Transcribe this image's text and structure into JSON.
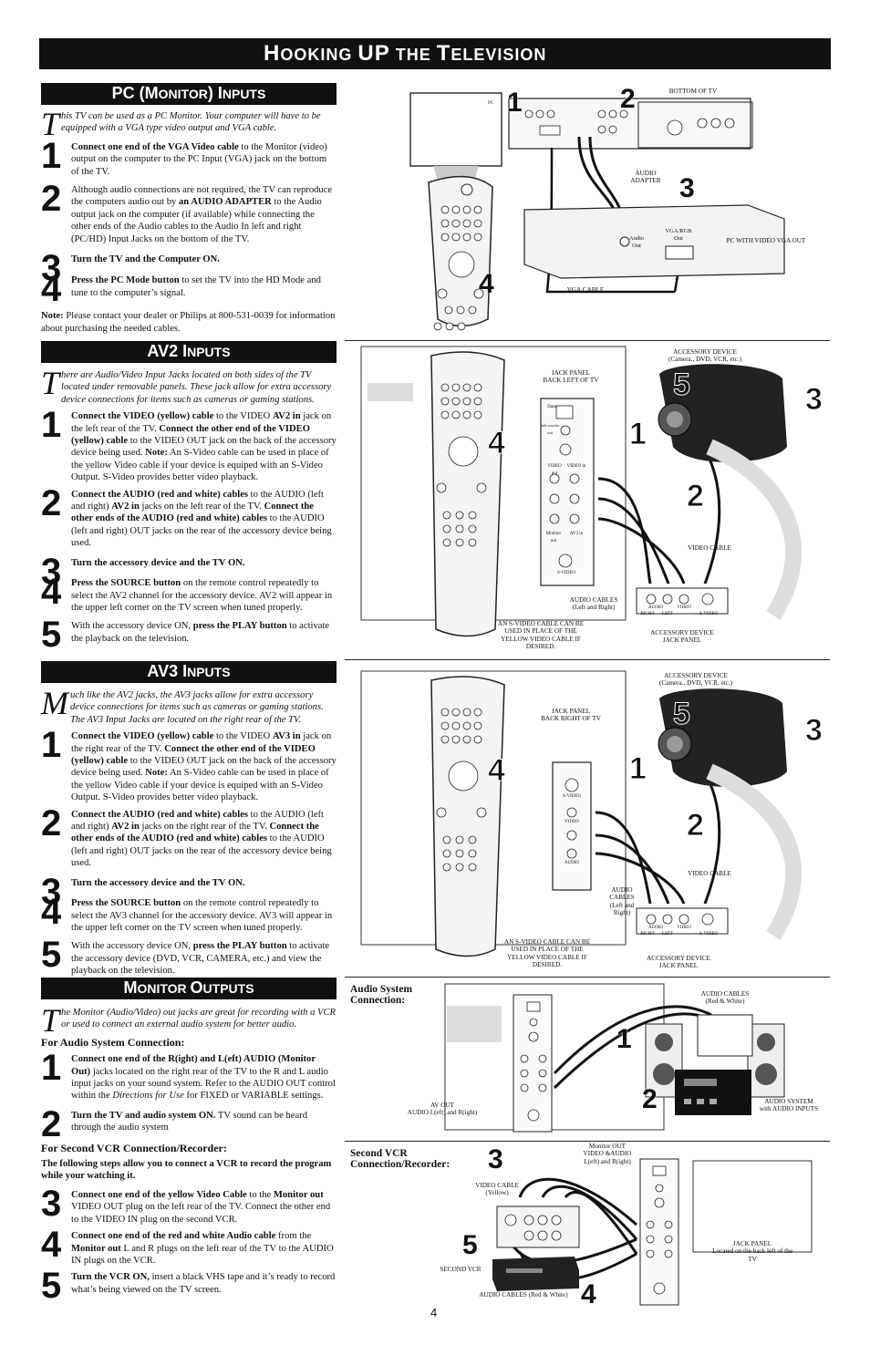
{
  "page_title": {
    "first": "H",
    "rest1": "OOKING ",
    "mid": "UP",
    "rest2": " THE ",
    "t": "T",
    "rest3": "ELEVISION"
  },
  "sections": {
    "pc": {
      "head": {
        "a": "PC (M",
        "b": "ONITOR",
        "c": ") I",
        "d": "NPUTS"
      },
      "intro_drop": "T",
      "intro": "his TV can be used as a PC Monitor. Your computer will have to be equipped with a VGA type video output and VGA cable.",
      "steps": [
        {
          "n": "1",
          "b1": "Connect one end of the VGA Video cable",
          "t1": " to the Monitor (video) output on the computer to the PC Input (VGA) jack on the bottom of the TV."
        },
        {
          "n": "2",
          "t0": "Although audio connections are not required, the TV can reproduce the computers audio out by ",
          "b1": "an AUDIO ADAPTER",
          "t1": " to the Audio output jack on the computer (if available) while connecting the other ends of the Audio cables to the Audio In left and right (PC/HD) Input Jacks on the bottom of the TV."
        },
        {
          "n": "3",
          "b1": "Turn the TV and the Computer ON."
        },
        {
          "n": "4",
          "b1": "Press the PC Mode button",
          "t1": " to set the TV into the HD Mode and tune to the computer’s signal."
        }
      ],
      "note_label": "Note:",
      "note": " Please contact your dealer or Philips at 800-531-0039 for information about purchasing the needed cables."
    },
    "av2": {
      "head": {
        "a": "AV2 I",
        "b": "NPUTS"
      },
      "intro_drop": "T",
      "intro": "here are Audio/Video Input Jacks located on both sides of the TV located under removable panels. These jack allow for extra accessory device connections for items such as cameras or gaming stations.",
      "steps": [
        {
          "n": "1",
          "b1": "Connect the VIDEO (yellow) cable",
          "t1": " to the VIDEO ",
          "b2": "AV2 in",
          "t2": " jack on the left rear of the TV. ",
          "b3": "Connect the other end of the VIDEO (yellow) cable",
          "t3": " to the VIDEO OUT jack on the back of the accessory device being used. ",
          "b4": "Note:",
          "t4": " An S-Video cable can be used in place of the yellow Video cable if your device is equiped with an S-Video Output. S-Video provides better video playback."
        },
        {
          "n": "2",
          "b1": "Connect the AUDIO (red and white) cables",
          "t1": " to the AUDIO (left and right) ",
          "b2": "AV2 in",
          "t2": " jacks on the left rear of the TV. ",
          "b3": "Connect the other ends of the AUDIO (red and white) cables",
          "t3": " to the AUDIO (left and right) OUT jacks on the rear of the accessory device being used."
        },
        {
          "n": "3",
          "b1": "Turn the accessory device and the TV ON."
        },
        {
          "n": "4",
          "b1": "Press the SOURCE button",
          "t1": " on the remote control repeatedly to select the AV2 channel for the accessory device. AV2 will appear in the upper left corner on the TV screen when tuned properly."
        },
        {
          "n": "5",
          "t0": "With the accessory device ON, ",
          "b1": "press the PLAY button",
          "t1": " to activate the playback on the television."
        }
      ]
    },
    "av3": {
      "head": {
        "a": "AV3 I",
        "b": "NPUTS"
      },
      "intro_drop": "M",
      "intro": "uch like the AV2 jacks, the AV3 jacks allow for extra accessory device connections for items such as cameras or gaming stations. The AV3 Input Jacks are located on the right rear of the TV.",
      "steps": [
        {
          "n": "1",
          "b1": "Connect the VIDEO (yellow) cable",
          "t1": " to the VIDEO ",
          "b2": "AV3 in",
          "t2": " jack on the right rear of the TV. ",
          "b3": "Connect the other end of the VIDEO (yellow) cable",
          "t3": " to the VIDEO OUT jack on the back of the accessory device being used. ",
          "b4": "Note:",
          "t4": " An S-Video cable can be used in place of the yellow Video cable if your device is equiped with an S-Video Output. S-Video provides better video playback."
        },
        {
          "n": "2",
          "b1": "Connect the AUDIO (red and white) cables",
          "t1": " to the AUDIO (left and right) ",
          "b2": "AV2 in",
          "t2": " jacks on the right rear of the TV. ",
          "b3": "Connect the other ends of the AUDIO (red and white) cables",
          "t3": " to the AUDIO (left and right) OUT jacks on the rear of the accessory device being used."
        },
        {
          "n": "3",
          "b1": "Turn the accessory device and the TV ON."
        },
        {
          "n": "4",
          "b1": "Press the SOURCE button",
          "t1": " on the remote control repeatedly to select the AV3 channel for the accessory device. AV3 will appear in the upper left corner on the TV screen when tuned properly."
        },
        {
          "n": "5",
          "t0": "With the accessory device ON, ",
          "b1": "press the PLAY button",
          "t1": " to activate the accessory device (DVD, VCR, CAMERA, etc.) and view the playback on the television."
        }
      ]
    },
    "monitor": {
      "head": {
        "a": "M",
        "b": "ONITOR ",
        "c": "O",
        "d": "UTPUTS"
      },
      "intro_drop": "T",
      "intro": "he Monitor (Audio/Video) out jacks are great for recording with a VCR or used to connect an external audio system for better audio.",
      "audio_head": "For Audio System Connection:",
      "steps_audio": [
        {
          "n": "1",
          "b1": "Connect one end of the R(ight) and L(eft) AUDIO (Monitor Out)",
          "t1": " jacks located on the right rear of the TV to the R and L audio input jacks on your sound system. Refer to the AUDIO OUT control within the ",
          "i1": "Directions for Use",
          "t2": " for FIXED or VARIABLE settings."
        },
        {
          "n": "2",
          "b1": "Turn the TV and audio system ON.",
          "t1": "  TV sound can be heard through the audio system"
        }
      ],
      "vcr_head": "For Second VCR Connection/Recorder:",
      "vcr_intro": "The following steps allow you to connect a VCR to record the program while your watching it.",
      "steps_vcr": [
        {
          "n": "3",
          "b1": "Connect one end of the yellow Video Cable",
          "t1": " to the ",
          "b2": "Monitor out",
          "t2": " VIDEO OUT plug on the left rear of the TV. Connect the other end to the VIDEO IN plug on the second VCR."
        },
        {
          "n": "4",
          "b1": "Connect one end of the red and white Audio cable",
          "t1": " from the ",
          "b2": "Monitor out",
          "t2": " L and R plugs on the left rear of the TV to the AUDIO IN plugs on the VCR."
        },
        {
          "n": "5",
          "b1": "Turn the VCR ON,",
          "t1": " insert a black VHS tape and it’s ready to record what’s being viewed on the TV screen."
        }
      ]
    }
  },
  "diagrams": {
    "pc": {
      "bottom_of_tv": "BOTTOM OF TV",
      "audio_adapter": "AUDIO\nADAPTER",
      "audio_out": "Audio\nOut",
      "vga_rgb_out": "VGA/RGB\nOut",
      "pc_with_vga": "PC with VIDEO VGA OUT",
      "vga_cable": "VGA CABLE",
      "pc_label": "PC",
      "callouts": [
        "1",
        "2",
        "3",
        "4"
      ]
    },
    "av2": {
      "accessory_device": "ACCESSORY DEVICE\n(Camera., DVD, VCR, etc.)",
      "jack_panel": "JACK PANEL\nBACK LEFT OF TV",
      "video_cable": "VIDEO CABLE",
      "audio_cables": "AUDIO CABLES\n(Left and Right)",
      "svideo_note": "AN S-VIDEO CABLE CAN BE\nUSED IN PLACE OF THE\nYELLOW VIDEO CABLE IF\nDESIRED.",
      "accessory_jack_panel": "ACCESSORY DEVICE\nJACK PANEL",
      "panel_labels": [
        "Data",
        "Sub woofer out",
        "VIDEO out",
        "VIDEO in",
        "Monitor out",
        "AV2 in",
        "S-VIDEO"
      ],
      "jack_audio": "AUDIO",
      "jack_right": "RIGHT",
      "jack_left": "LEFT",
      "jack_video": "VIDEO",
      "jack_svideo": "S-VIDEO",
      "callouts": [
        "1",
        "2",
        "3",
        "4",
        "5"
      ]
    },
    "av3": {
      "accessory_device": "ACCESSORY DEVICE\n(Camera., DVD, VCR, etc.)",
      "jack_panel": "JACK PANEL\nBACK RIGHT OF TV",
      "video_cable": "VIDEO CABLE",
      "audio_cables": "AUDIO\nCABLES\n(Left and\nRight)",
      "svideo_note": "AN S-VIDEO CABLE CAN BE\nUSED IN PLACE OF THE\nYELLOW VIDEO CABLE IF\nDESIRED.",
      "accessory_jack_panel": "ACCESSORY DEVICE\nJACK PANEL",
      "panel_labels": [
        "S-VIDEO",
        "VIDEO",
        "AUDIO"
      ],
      "jack_audio": "AUDIO",
      "jack_right": "RIGHT",
      "jack_left": "LEFT",
      "jack_video": "VIDEO",
      "jack_svideo": "S-VIDEO",
      "callouts": [
        "1",
        "2",
        "3",
        "4",
        "5"
      ]
    },
    "audio_system": {
      "head": "Audio System\nConnection:",
      "audio_cables": "AUDIO CABLES\n(Red & White)",
      "av_out": "AV OUT\nAUDIO L(eft) and R(ight)",
      "audio_system": "AUDIO SYSTEM\nwith AUDIO INPUTS",
      "callouts": [
        "1",
        "2"
      ]
    },
    "vcr": {
      "head": "Second VCR\nConnection/Recorder:",
      "monitor_out": "Monitor OUT\nVIDEO &AUDIO\nL(eft) and R(ight)",
      "video_cable": "VIDEO CABLE\n(Yellow)",
      "second_vcr": "SECOND VCR",
      "audio_cables": "AUDIO CABLES (Red & White)",
      "jack_panel": "JACK PANEL\nLocated on the back left  of the\nTV",
      "callouts": [
        "3",
        "4",
        "5"
      ]
    }
  },
  "page_number": "4"
}
